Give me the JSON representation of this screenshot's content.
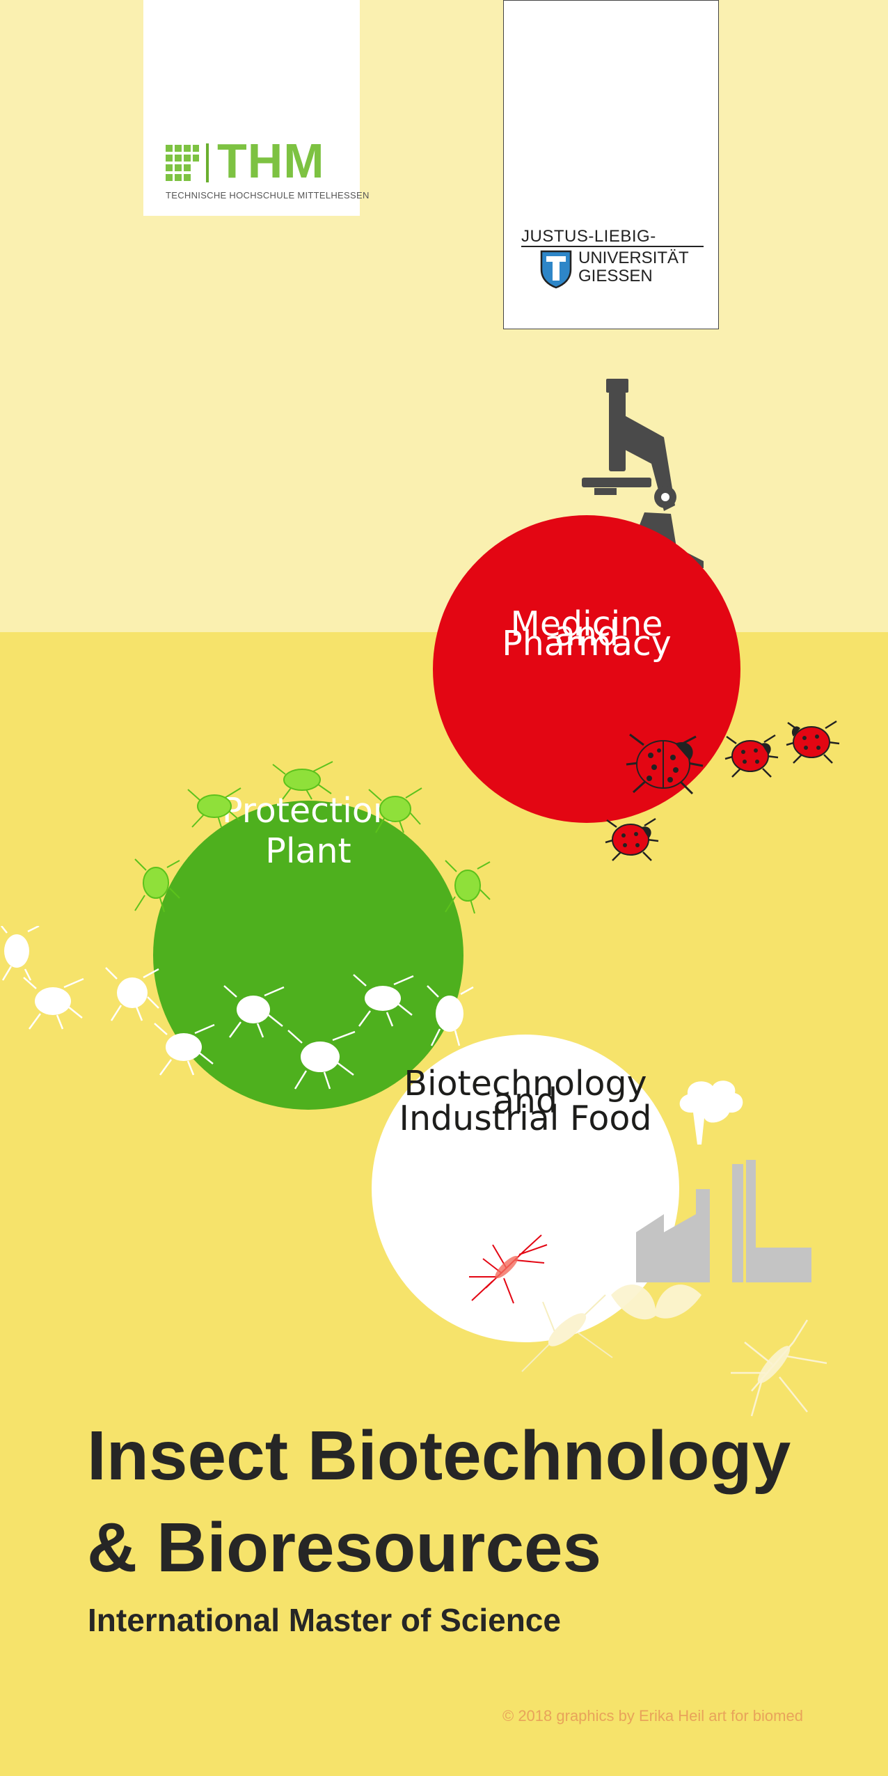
{
  "logos": {
    "thm": {
      "wordmark": "THM",
      "subtitle": "TECHNISCHE HOCHSCHULE MITTELHESSEN"
    },
    "jlu": {
      "line1": "JUSTUS-LIEBIG-",
      "line2": "UNIVERSITÄT",
      "line3": "GIESSEN"
    }
  },
  "topics": {
    "medicine": [
      "Medicine",
      "and",
      "Pharmacy"
    ],
    "plant": [
      "Plant",
      "Protection"
    ],
    "food": [
      "Industrial Food",
      "and",
      "Biotechnology"
    ]
  },
  "title": {
    "line1": "Insect Biotechnology",
    "line2": "& Bioresources"
  },
  "subtitle": "International Master of Science",
  "credit": "© 2018 graphics by Erika Heil art for biomed",
  "colors": {
    "top_band": "#faf0b0",
    "bottom_band": "#f6e36b",
    "medicine": "#e30613",
    "plant": "#4eb01e",
    "food": "#ffffff",
    "thm_green": "#7dc242"
  },
  "icons": [
    "microscope-icon",
    "ladybug-icon",
    "aphid-icon",
    "factory-icon",
    "mosquito-icon",
    "moth-icon"
  ]
}
